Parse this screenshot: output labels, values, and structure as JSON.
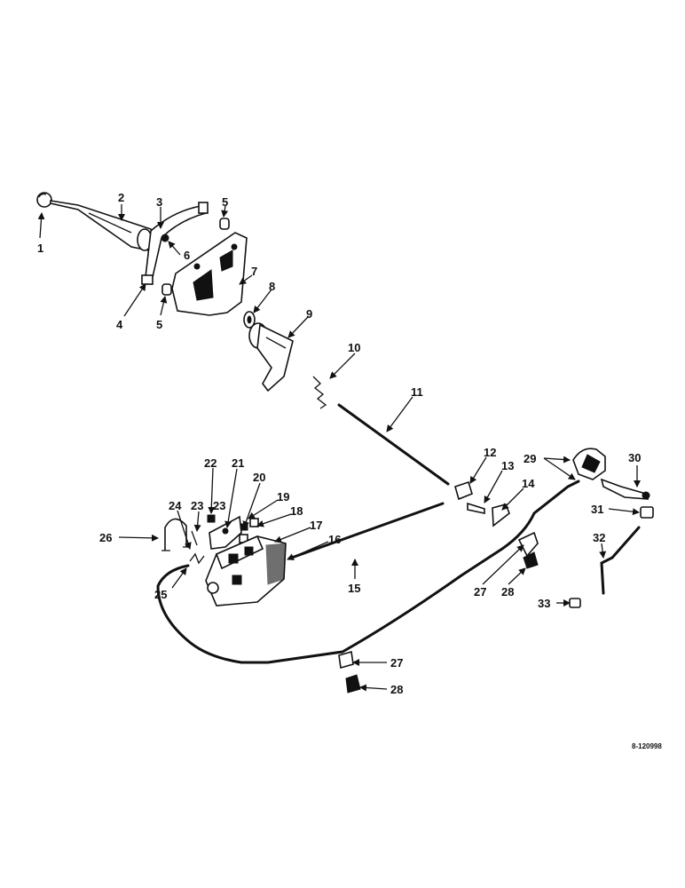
{
  "diagram": {
    "reference_number": "8-120998",
    "callouts": [
      "1",
      "2",
      "3",
      "4",
      "5",
      "5",
      "6",
      "7",
      "8",
      "9",
      "10",
      "11",
      "12",
      "13",
      "14",
      "15",
      "16",
      "17",
      "18",
      "19",
      "20",
      "21",
      "22",
      "23",
      "23",
      "24",
      "25",
      "26",
      "27",
      "27",
      "28",
      "28",
      "29",
      "30",
      "31",
      "32",
      "33"
    ]
  }
}
